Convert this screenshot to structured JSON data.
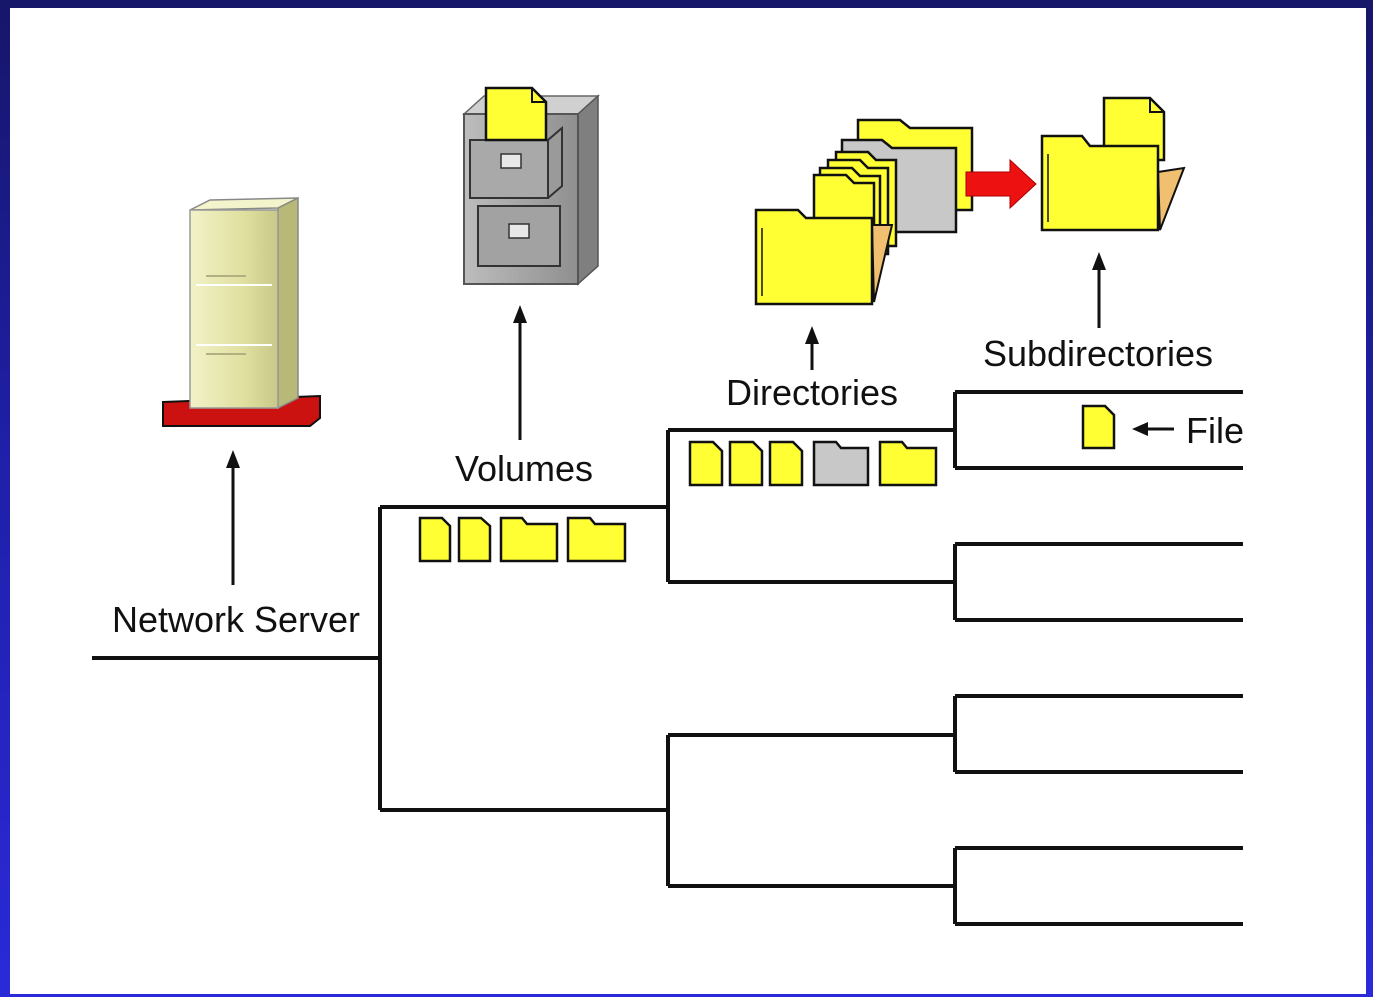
{
  "labels": {
    "network_server": "Network Server",
    "volumes": "Volumes",
    "directories": "Directories",
    "subdirectories": "Subdirectories",
    "file": "File"
  },
  "colors": {
    "background_border": "#1f1fa8",
    "panel": "#ffffff",
    "folder_fill": "#ffff33",
    "folder_gray": "#c8c8c8",
    "server_body": "#e6e6a8",
    "server_base": "#cc1111",
    "cabinet": "#a8a8a8",
    "arrow_red": "#ee1111"
  },
  "icons": [
    "server-icon",
    "file-cabinet-icon",
    "folder-stack-icon",
    "subfolder-icon",
    "document-icon",
    "folder-icon",
    "red-arrow-icon",
    "arrow-up-icon",
    "arrow-left-icon"
  ]
}
